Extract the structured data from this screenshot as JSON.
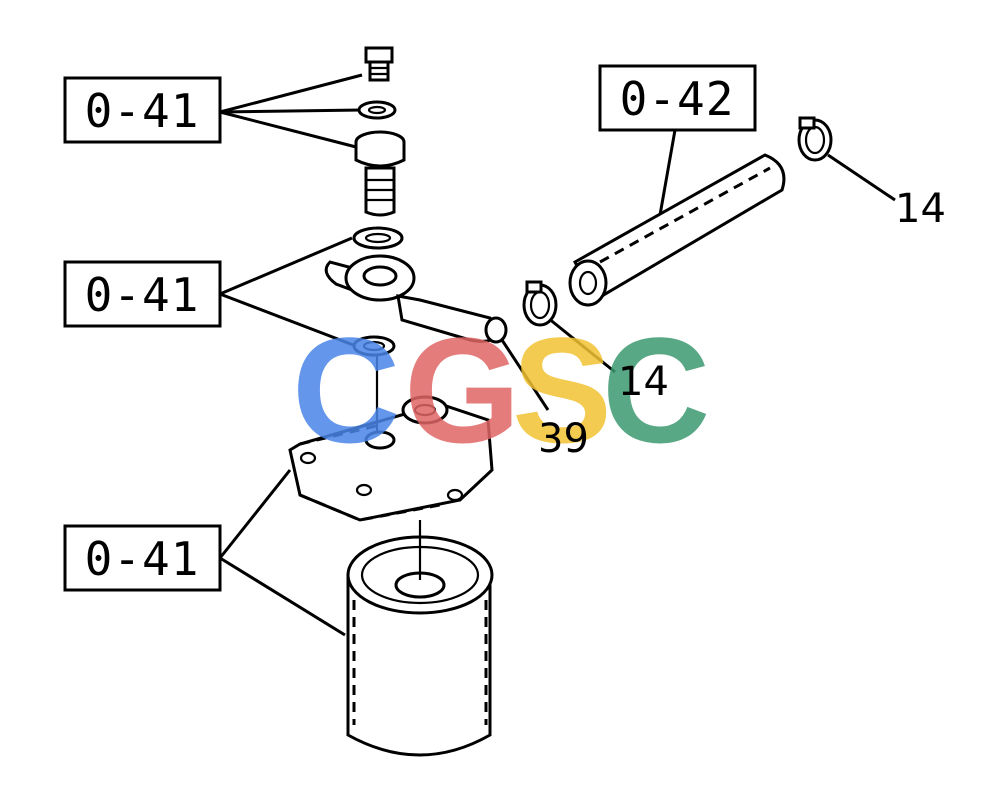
{
  "callouts": {
    "ref_box_1": "0-41",
    "ref_box_2": "0-41",
    "ref_box_3": "0-41",
    "ref_box_4": "0-42",
    "part_14_a": "14",
    "part_14_b": "14",
    "part_39": "39"
  },
  "watermark": {
    "letters": [
      "C",
      "G",
      "S",
      "C"
    ],
    "colors": [
      "#4a86e8",
      "#e06666",
      "#f1c232",
      "#3d9970"
    ]
  }
}
